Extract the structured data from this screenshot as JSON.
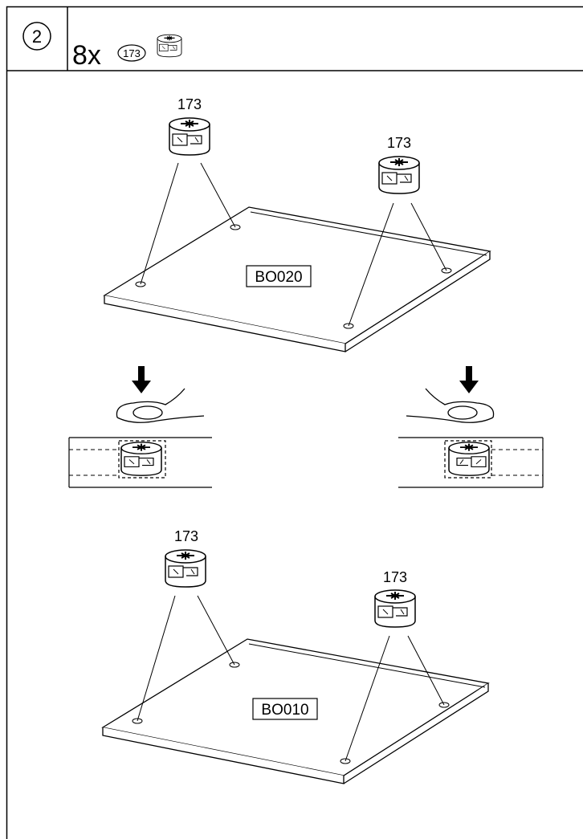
{
  "step": {
    "number": "2"
  },
  "header": {
    "quantity": "8x",
    "part_badge": "173"
  },
  "parts": {
    "cam_top_left": "173",
    "cam_top_right": "173",
    "cam_bottom_left": "173",
    "cam_bottom_right": "173"
  },
  "panels": {
    "top_label": "BO020",
    "bottom_label": "BO010"
  },
  "icons": [
    "cam-lock-icon",
    "down-arrow-icon",
    "finger-press-icon"
  ],
  "colors": {
    "ink": "#000000",
    "paper": "#ffffff",
    "fill": "#d9d9d9"
  }
}
